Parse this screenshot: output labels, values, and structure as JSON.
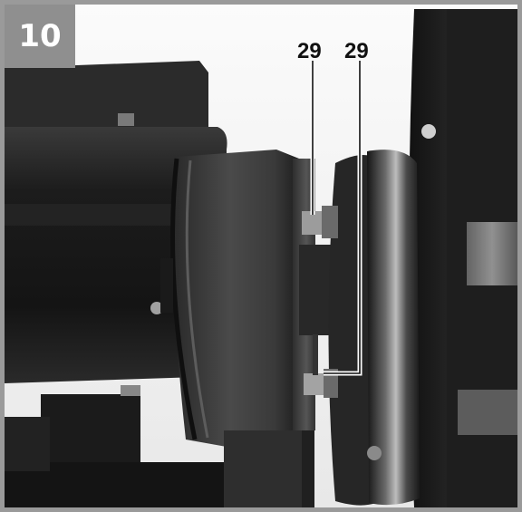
{
  "figure": {
    "step_number": "10",
    "callouts": [
      "29",
      "29"
    ],
    "colors": {
      "frame": "#9a9a9a",
      "badge": "#8f8f8f",
      "badge_text": "#ffffff",
      "label_text": "#111111",
      "leader_line": "#ffffff"
    }
  }
}
